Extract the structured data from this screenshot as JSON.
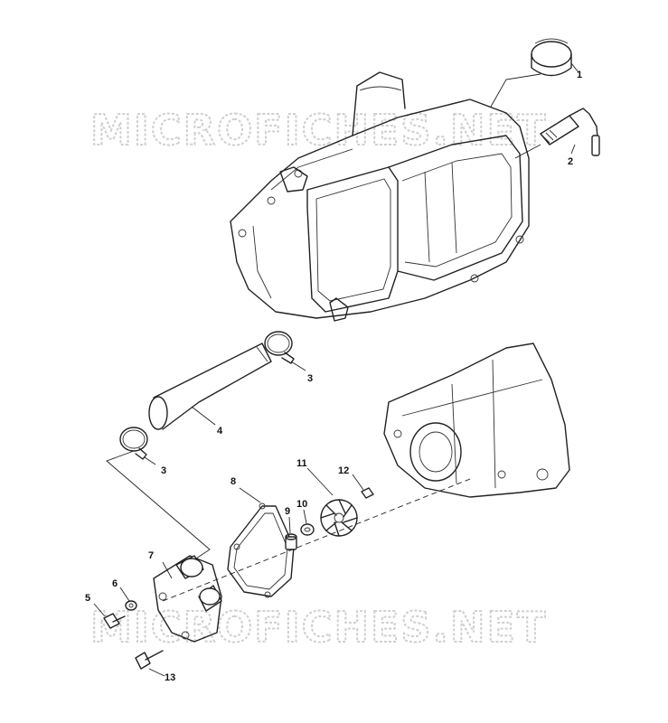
{
  "watermark": {
    "text": "MICROFICHES.NET"
  },
  "callouts": [
    {
      "id": "1",
      "label": "1"
    },
    {
      "id": "2",
      "label": "2"
    },
    {
      "id": "3a",
      "label": "3"
    },
    {
      "id": "4",
      "label": "4"
    },
    {
      "id": "3b",
      "label": "3"
    },
    {
      "id": "8",
      "label": "8"
    },
    {
      "id": "11",
      "label": "11"
    },
    {
      "id": "12",
      "label": "12"
    },
    {
      "id": "9",
      "label": "9"
    },
    {
      "id": "10",
      "label": "10"
    },
    {
      "id": "7",
      "label": "7"
    },
    {
      "id": "6",
      "label": "6"
    },
    {
      "id": "5",
      "label": "5"
    },
    {
      "id": "13",
      "label": "13"
    }
  ]
}
